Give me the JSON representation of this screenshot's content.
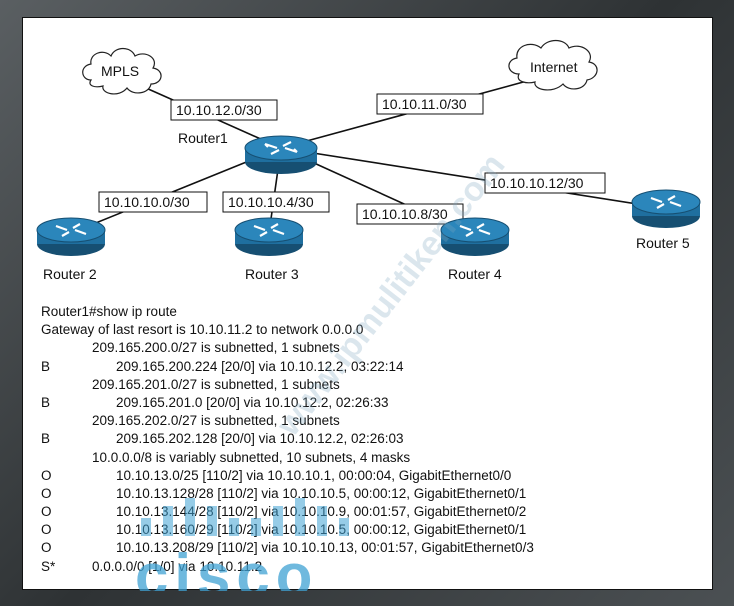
{
  "diagram": {
    "clouds": [
      {
        "id": "mpls",
        "label": "MPLS"
      },
      {
        "id": "internet",
        "label": "Internet"
      }
    ],
    "routers": [
      {
        "id": "r1",
        "label": "Router1"
      },
      {
        "id": "r2",
        "label": "Router 2"
      },
      {
        "id": "r3",
        "label": "Router 3"
      },
      {
        "id": "r4",
        "label": "Router 4"
      },
      {
        "id": "r5",
        "label": "Router 5"
      }
    ],
    "links": [
      {
        "from": "r1",
        "to": "mpls",
        "subnet": "10.10.12.0/30"
      },
      {
        "from": "r1",
        "to": "internet",
        "subnet": "10.10.11.0/30"
      },
      {
        "from": "r1",
        "to": "r2",
        "subnet": "10.10.10.0/30"
      },
      {
        "from": "r1",
        "to": "r3",
        "subnet": "10.10.10.4/30"
      },
      {
        "from": "r1",
        "to": "r4",
        "subnet": "10.10.10.8/30"
      },
      {
        "from": "r1",
        "to": "r5",
        "subnet": "10.10.10.12/30"
      }
    ],
    "colors": {
      "router_body": "#1f6f9f",
      "router_top": "#2b86bb",
      "router_edge": "#164f72"
    }
  },
  "cli": {
    "lines": [
      {
        "code": "",
        "text": "Router1#show ip route",
        "level": 0
      },
      {
        "code": "",
        "text": "Gateway of last resort is 10.10.11.2 to network 0.0.0.0",
        "level": 0
      },
      {
        "code": "",
        "text": "209.165.200.0/27 is subnetted, 1 subnets",
        "level": 1
      },
      {
        "code": "B",
        "text": "209.165.200.224 [20/0] via 10.10.12.2, 03:22:14",
        "level": 2
      },
      {
        "code": "",
        "text": "209.165.201.0/27 is subnetted, 1 subnets",
        "level": 1
      },
      {
        "code": "B",
        "text": "209.165.201.0 [20/0] via 10.10.12.2, 02:26:33",
        "level": 2
      },
      {
        "code": "",
        "text": "209.165.202.0/27 is subnetted, 1 subnets",
        "level": 1
      },
      {
        "code": "B",
        "text": "209.165.202.128 [20/0] via 10.10.12.2, 02:26:03",
        "level": 2
      },
      {
        "code": "",
        "text": "10.0.0.0/8 is variably subnetted, 10 subnets, 4 masks",
        "level": 1
      },
      {
        "code": "O",
        "text": "10.10.13.0/25 [110/2] via 10.10.10.1, 00:00:04, GigabitEthernet0/0",
        "level": 2
      },
      {
        "code": "O",
        "text": "10.10.13.128/28 [110/2] via 10.10.10.5, 00:00:12, GigabitEthernet0/1",
        "level": 2
      },
      {
        "code": "O",
        "text": "10.10.13.144/28 [110/2] via 10.10.10.9, 00:01:57, GigabitEthernet0/2",
        "level": 2
      },
      {
        "code": "O",
        "text": "10.10.13.160/29 [110/2] via 10.10.10.5, 00:00:12, GigabitEthernet0/1",
        "level": 2
      },
      {
        "code": "O",
        "text": "10.10.13.208/29 [110/2] via 10.10.10.13, 00:01:57, GigabitEthernet0/3",
        "level": 2
      },
      {
        "code": "S*",
        "text": "0.0.0.0/0 [1/0] via 10.10.11.2",
        "level": 3
      }
    ]
  },
  "watermark": {
    "site": "www.ipmulitiken.com",
    "brand": "cisco"
  }
}
